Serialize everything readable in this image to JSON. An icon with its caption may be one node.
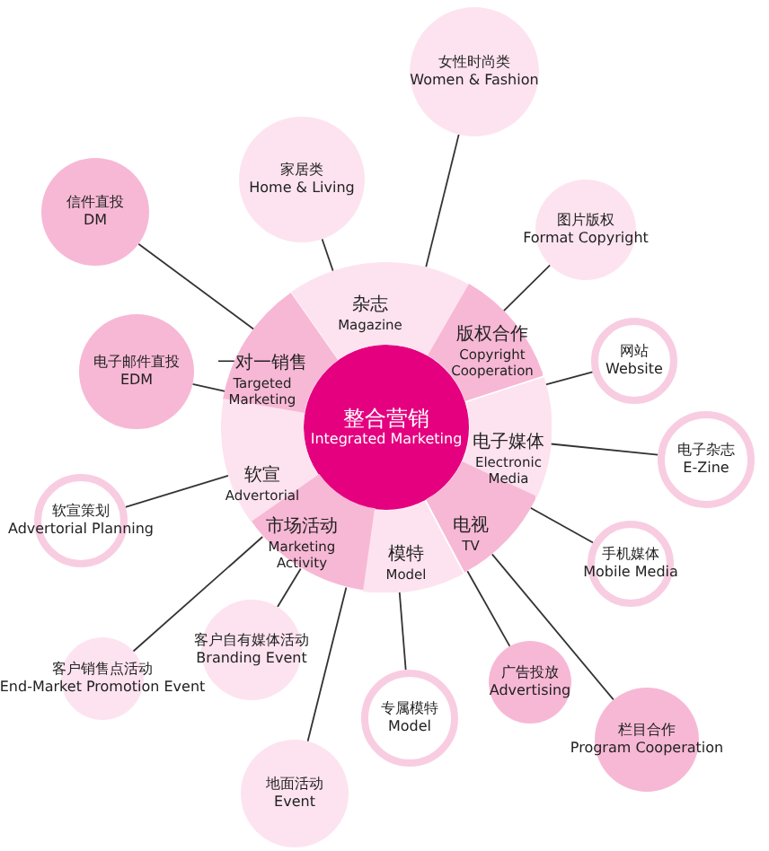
{
  "diagram": {
    "nodes": [
      {
        "text": [
          "整合营销",
          "Integrated Marketing"
        ]
      },
      {
        "text": [
          "杂志",
          "Magazine"
        ]
      },
      {
        "text": [
          "一对一销售",
          "Targeted Marketing"
        ]
      },
      {
        "text": [
          "版权合作",
          "Copyright Cooperation"
        ]
      },
      {
        "text": [
          "电子媒体",
          "Electronic Media"
        ]
      },
      {
        "text": [
          "软宣",
          "Advertorial"
        ]
      },
      {
        "text": [
          "市场活动",
          "Marketing Activity"
        ]
      },
      {
        "text": [
          "电视",
          "TV"
        ]
      },
      {
        "text": [
          "模特",
          "Model"
        ]
      },
      {
        "text": [
          "女性时尚类",
          "Women & Fashion"
        ]
      },
      {
        "text": [
          "家居类",
          "Home & Living"
        ]
      },
      {
        "text": [
          "信件直投",
          "DM"
        ]
      },
      {
        "text": [
          "图片版权",
          "Format Copyright"
        ]
      },
      {
        "text": [
          "电子邮件直投",
          "EDM"
        ]
      },
      {
        "text": [
          "网站",
          "Website"
        ]
      },
      {
        "text": [
          "电子杂志",
          "E-Zine"
        ]
      },
      {
        "text": [
          "软宣策划",
          "Advertorial Planning"
        ]
      },
      {
        "text": [
          "手机媒体",
          "Mobile Media"
        ]
      },
      {
        "text": [
          "客户自有媒体活动",
          "Branding Event"
        ]
      },
      {
        "text": [
          "客户销售点活动",
          "End-Market Promotion Event"
        ]
      },
      {
        "text": [
          "广告投放",
          "Advertising"
        ]
      },
      {
        "text": [
          "专属模特",
          "Model"
        ]
      },
      {
        "text": [
          "栏目合作",
          "Program Cooperation"
        ]
      },
      {
        "text": [
          "地面活动",
          "Event"
        ]
      }
    ],
    "edges": [
      {
        "from": 1,
        "to": 9,
        "arrow": "none"
      },
      {
        "from": 1,
        "to": 10,
        "arrow": "none"
      },
      {
        "from": 2,
        "to": 11,
        "arrow": "none"
      },
      {
        "from": 2,
        "to": 13,
        "arrow": "none"
      },
      {
        "from": 3,
        "to": 12,
        "arrow": "none"
      },
      {
        "from": 4,
        "to": 14,
        "arrow": "none"
      },
      {
        "from": 4,
        "to": 15,
        "arrow": "none"
      },
      {
        "from": 5,
        "to": 16,
        "arrow": "none"
      },
      {
        "from": 7,
        "to": 17,
        "arrow": "none"
      },
      {
        "from": 7,
        "to": 20,
        "arrow": "none"
      },
      {
        "from": 7,
        "to": 22,
        "arrow": "none"
      },
      {
        "from": 6,
        "to": 19,
        "arrow": "none"
      },
      {
        "from": 6,
        "to": 18,
        "arrow": "none"
      },
      {
        "from": 8,
        "to": 21,
        "arrow": "none"
      },
      {
        "from": 6,
        "to": 23,
        "arrow": "none"
      }
    ]
  }
}
